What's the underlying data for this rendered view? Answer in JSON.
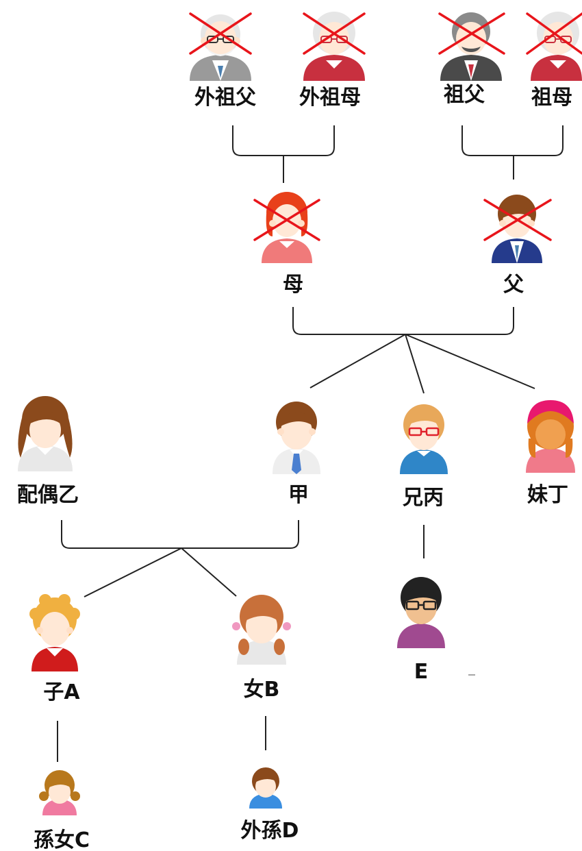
{
  "diagram": {
    "people": [
      {
        "id": "maternal-grandfather",
        "label": "外祖父",
        "deceased": true,
        "avatar": "elderly-man-glasses"
      },
      {
        "id": "maternal-grandmother",
        "label": "外祖母",
        "deceased": true,
        "avatar": "elderly-woman-glasses"
      },
      {
        "id": "paternal-grandfather",
        "label": "祖父",
        "deceased": true,
        "avatar": "elderly-man-suit"
      },
      {
        "id": "paternal-grandmother",
        "label": "祖母",
        "deceased": true,
        "avatar": "elderly-woman-glasses"
      },
      {
        "id": "mother",
        "label": "母",
        "deceased": true,
        "avatar": "woman-red-hair"
      },
      {
        "id": "father",
        "label": "父",
        "deceased": true,
        "avatar": "man-navy-suit"
      },
      {
        "id": "spouse-yi",
        "label": "配偶乙",
        "deceased": false,
        "avatar": "woman-long-hair"
      },
      {
        "id": "jia",
        "label": "甲",
        "deceased": false,
        "avatar": "man-tie"
      },
      {
        "id": "brother-bing",
        "label": "兄丙",
        "deceased": false,
        "avatar": "man-glasses-blonde"
      },
      {
        "id": "sister-ding",
        "label": "妹丁",
        "deceased": false,
        "avatar": "woman-pink-hat"
      },
      {
        "id": "son-a",
        "label": "子A",
        "deceased": false,
        "avatar": "boy-curly-hair"
      },
      {
        "id": "daughter-b",
        "label": "女B",
        "deceased": false,
        "avatar": "girl-braids"
      },
      {
        "id": "person-e",
        "label": "E",
        "deceased": false,
        "avatar": "woman-glasses-purple"
      },
      {
        "id": "granddaughter-c",
        "label": "孫女C",
        "deceased": false,
        "avatar": "little-girl"
      },
      {
        "id": "grandson-d",
        "label": "外孫D",
        "deceased": false,
        "avatar": "little-boy"
      }
    ],
    "colors": {
      "deceased_cross": "#e8151b",
      "connector": "#222222",
      "label": "#111111"
    }
  }
}
